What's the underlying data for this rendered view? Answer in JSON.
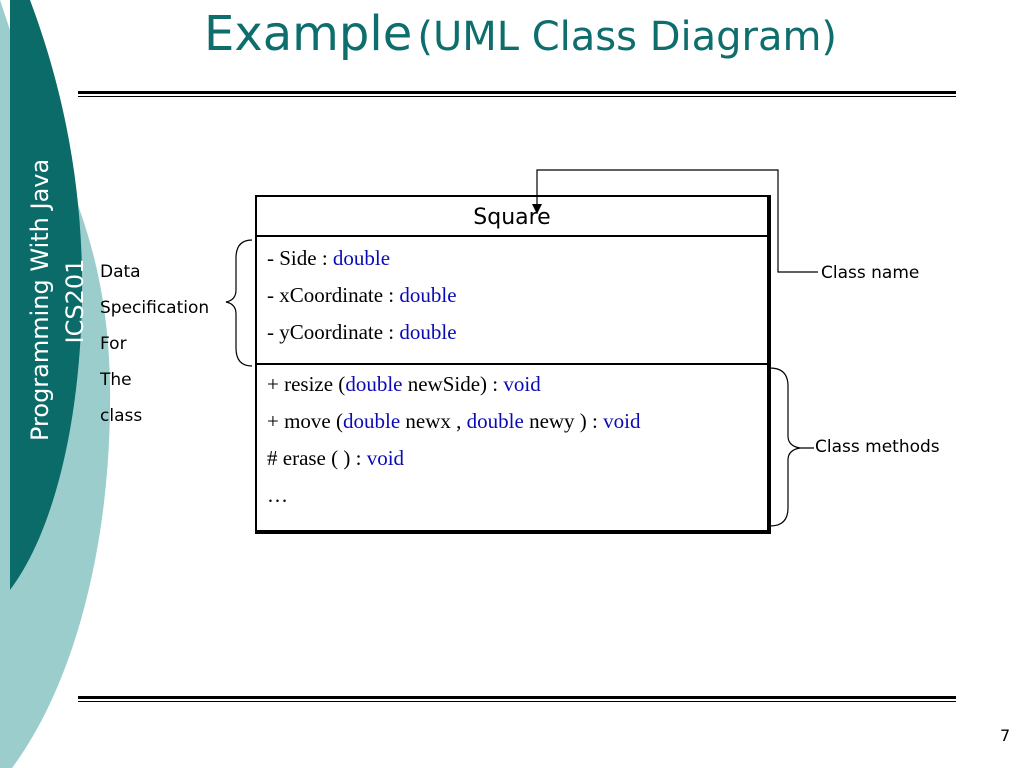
{
  "title": {
    "main": "Example",
    "sub": "(UML Class Diagram)"
  },
  "sidebar": {
    "course": "Programming With Java",
    "code": "ICS201"
  },
  "uml": {
    "class_name": "Square",
    "attributes": [
      {
        "prefix": "- Side : ",
        "type": "double"
      },
      {
        "prefix": "- xCoordinate : ",
        "type": "double"
      },
      {
        "prefix": "- yCoordinate : ",
        "type": "double"
      }
    ],
    "methods": [
      {
        "a": "+ resize (",
        "k1": "double",
        "b": " newSide) : ",
        "k2": "void"
      },
      {
        "a": "+ move (",
        "k1": "double",
        "b": " newx , ",
        "k2": "double",
        "c": " newy ) : ",
        "k3": "void"
      },
      {
        "a": "# erase ( ) : ",
        "k1": "void"
      },
      {
        "a": "…"
      }
    ]
  },
  "annotations": {
    "data_spec": [
      "Data",
      "Specification",
      "For",
      "The",
      "class"
    ],
    "class_name": "Class name",
    "class_methods": "Class methods"
  },
  "page_number": "7",
  "colors": {
    "teal_dark": "#0b6b68",
    "teal_light": "#9ccdcd",
    "title": "#0e6e6e",
    "keyword": "#0a0ab4"
  }
}
